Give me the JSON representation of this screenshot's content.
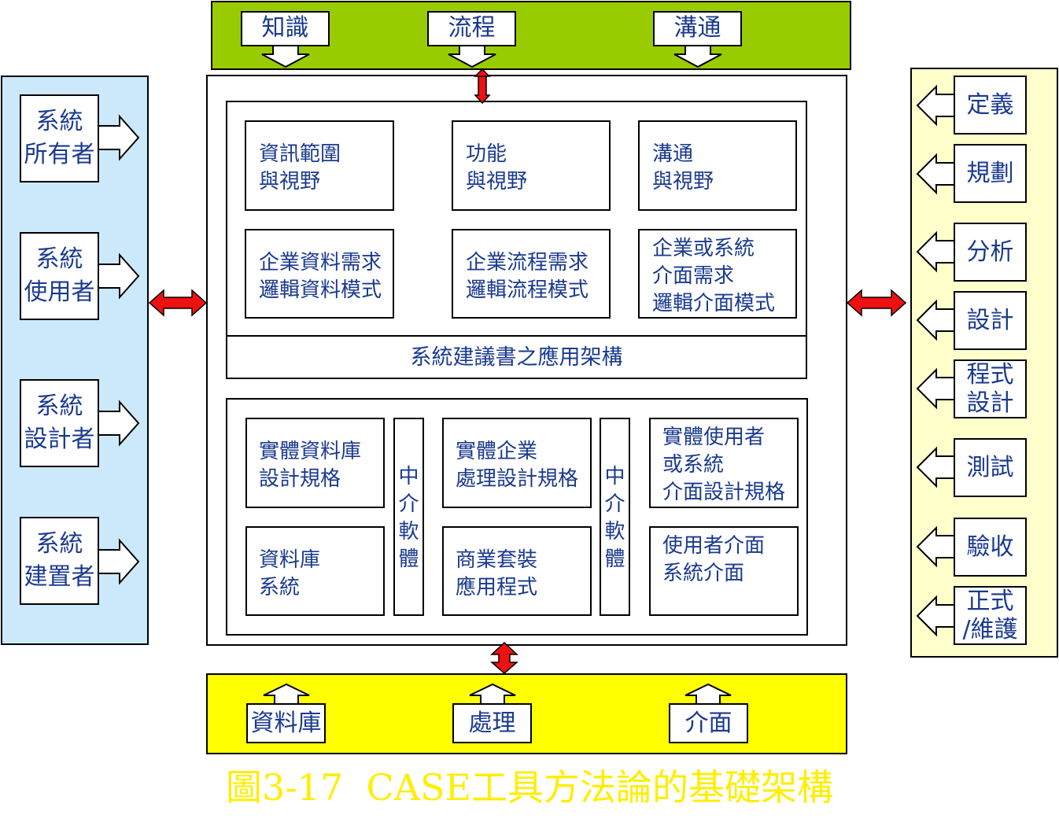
{
  "colors": {
    "top_band": "#99cc00",
    "left_panel": "#cce9fb",
    "right_panel": "#ffffcc",
    "bottom_band": "#ffff00",
    "text": "#1a3a8f",
    "arrow_red": "#ee1111",
    "caption": "#ffee00"
  },
  "top_inputs": [
    "知識",
    "流程",
    "溝通"
  ],
  "left_roles": [
    "系統\n所有者",
    "系統\n使用者",
    "系統\n設計者",
    "系統\n建置者"
  ],
  "right_phases": [
    "定義",
    "規劃",
    "分析",
    "設計",
    "程式\n設計",
    "測試",
    "驗收",
    "正式\n/維護"
  ],
  "bottom_outputs": [
    "資料庫",
    "處理",
    "介面"
  ],
  "upper_boxes": [
    "資訊範圍\n與視野",
    "功能\n與視野",
    "溝通\n與視野",
    "企業資料需求\n邏輯資料模式",
    "企業流程需求\n邏輯流程模式",
    "企業或系統\n介面需求\n邏輯介面模式"
  ],
  "upper_caption": "系統建議書之應用架構",
  "lower_boxes": [
    "實體資料庫\n設計規格",
    "實體企業\n處理設計規格",
    "實體使用者\n或系統\n介面設計規格",
    "資料庫\n系統",
    "商業套裝\n應用程式",
    "使用者介面\n系統介面"
  ],
  "middleware": [
    "中\n介\n軟\n體",
    "中\n介\n軟\n體"
  ],
  "figure_caption": "圖3-17  CASE工具方法論的基礎架構"
}
